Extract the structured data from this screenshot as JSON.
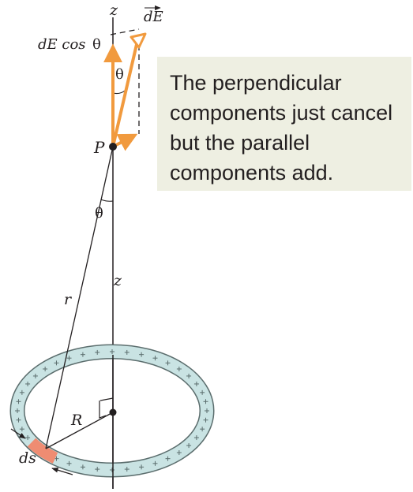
{
  "figure": {
    "labels": {
      "z_top": "z",
      "z_mid": "z",
      "dE": "dE",
      "dE_cos_prefix": "dE cos",
      "theta_symbol": "θ",
      "theta_top": "θ",
      "theta_mid": "θ",
      "P": "P",
      "r": "r",
      "R": "R",
      "ds": "ds"
    },
    "note": "The perpendicular components just cancel but the parallel components add.",
    "colors": {
      "vector": "#f19a3e",
      "ring_fill": "#c9e3e3",
      "ring_edge": "#5b6d6d",
      "ds_segment": "#ef8c72",
      "note_bg": "#eeefe2",
      "ink": "#231f20"
    }
  }
}
